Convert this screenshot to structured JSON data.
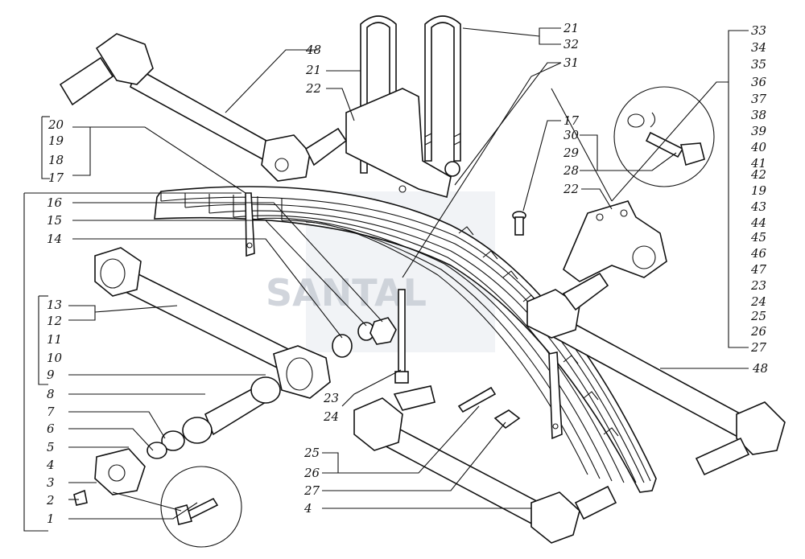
{
  "watermark": "SANTAL",
  "labels": {
    "l1": "1",
    "l2": "2",
    "l3": "3",
    "l4": "4",
    "l5": "5",
    "l6": "6",
    "l7": "7",
    "l8": "8",
    "l9": "9",
    "l10": "10",
    "l11": "11",
    "l12": "12",
    "l13": "13",
    "l14": "14",
    "l15": "15",
    "l16": "16",
    "l17a": "17",
    "l18": "18",
    "l19a": "19",
    "l20": "20",
    "l48a": "48",
    "l21a": "21",
    "l22a": "22",
    "l21b": "21",
    "l32": "32",
    "l31": "31",
    "l17b": "17",
    "l30": "30",
    "l29": "29",
    "l28": "28",
    "l22b": "22",
    "l23a": "23",
    "l24a": "24",
    "l25a": "25",
    "l26a": "26",
    "l27a": "27",
    "l4b": "4",
    "l48b": "48",
    "r33": "33",
    "r34": "34",
    "r35": "35",
    "r36": "36",
    "r37": "37",
    "r38": "38",
    "r39": "39",
    "r40": "40",
    "r41": "41",
    "r42": "42",
    "r19": "19",
    "r43": "43",
    "r44": "44",
    "r45": "45",
    "r46": "46",
    "r47": "47",
    "r23": "23",
    "r24": "24",
    "r25": "25",
    "r26": "26",
    "r27": "27"
  }
}
